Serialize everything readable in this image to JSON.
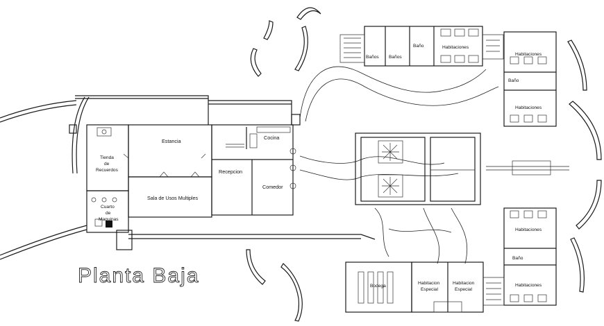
{
  "title": "Planta Baja",
  "rooms": {
    "estancia": "Estancia",
    "tienda_1": "Tienda",
    "tienda_2": "de",
    "tienda_3": "Recuerdos",
    "sala": "Sala de Usos Multiples",
    "cuarto_1": "Cuarto",
    "cuarto_2": "de",
    "cuarto_3": "Maquinas",
    "recepcion": "Recepcion",
    "cocina": "Cocina",
    "comedor": "Comedor",
    "banos_1": "Baños",
    "banos_2": "Baños",
    "bano_top": "Baño",
    "habitaciones_top": "Habitaciones",
    "hab_r1": "Habitaciones",
    "bano_r1": "Baño",
    "hab_r2": "Habitaciones",
    "hab_r3": "Habitaciones",
    "bano_r2": "Baño",
    "hab_r4": "Habitaciones",
    "bodega": "Bodega",
    "hab_esp_1a": "Habitacion",
    "hab_esp_1b": "Especial",
    "hab_esp_2a": "Habitacion",
    "hab_esp_2b": "Especial"
  }
}
